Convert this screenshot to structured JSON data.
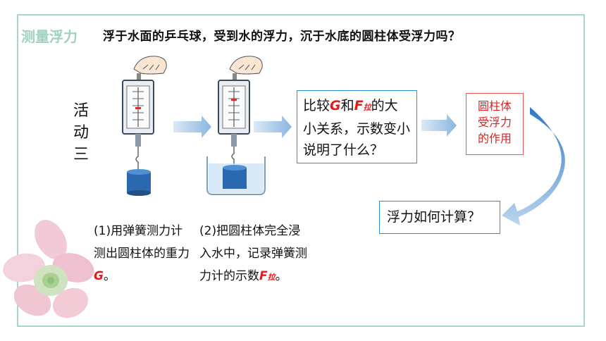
{
  "header": {
    "section_label": "测量浮力",
    "question": "浮于水面的乒乓球，受到水的浮力，沉于水底的圆柱体受浮力吗？"
  },
  "activity_label": [
    "活",
    "动",
    "三"
  ],
  "compare_box": {
    "text_1": "比较",
    "symbol_g": "G",
    "text_2": "和",
    "symbol_f": "F",
    "symbol_f_sub": "拉",
    "text_3": "的大小关系，示数变小说明了什么？"
  },
  "effect_box": {
    "line1": "圆柱体",
    "line2": "受浮力",
    "line3": "的作用"
  },
  "calc_box": {
    "text": "浮力如何计算？"
  },
  "caption_1": {
    "text": "(1)用弹簧测力计测出圆柱体的重力",
    "symbol": "G",
    "end": "。"
  },
  "caption_2": {
    "text": "(2)把圆柱体完全浸入水中，记录弹簧测力计的示数",
    "symbol": "F",
    "symbol_sub": "拉",
    "end": "。"
  },
  "colors": {
    "accent_green": "#9fd3bf",
    "blue_border": "#2b8fd6",
    "red": "#e21c1c",
    "arrow_blue": "#8ab6e0"
  }
}
